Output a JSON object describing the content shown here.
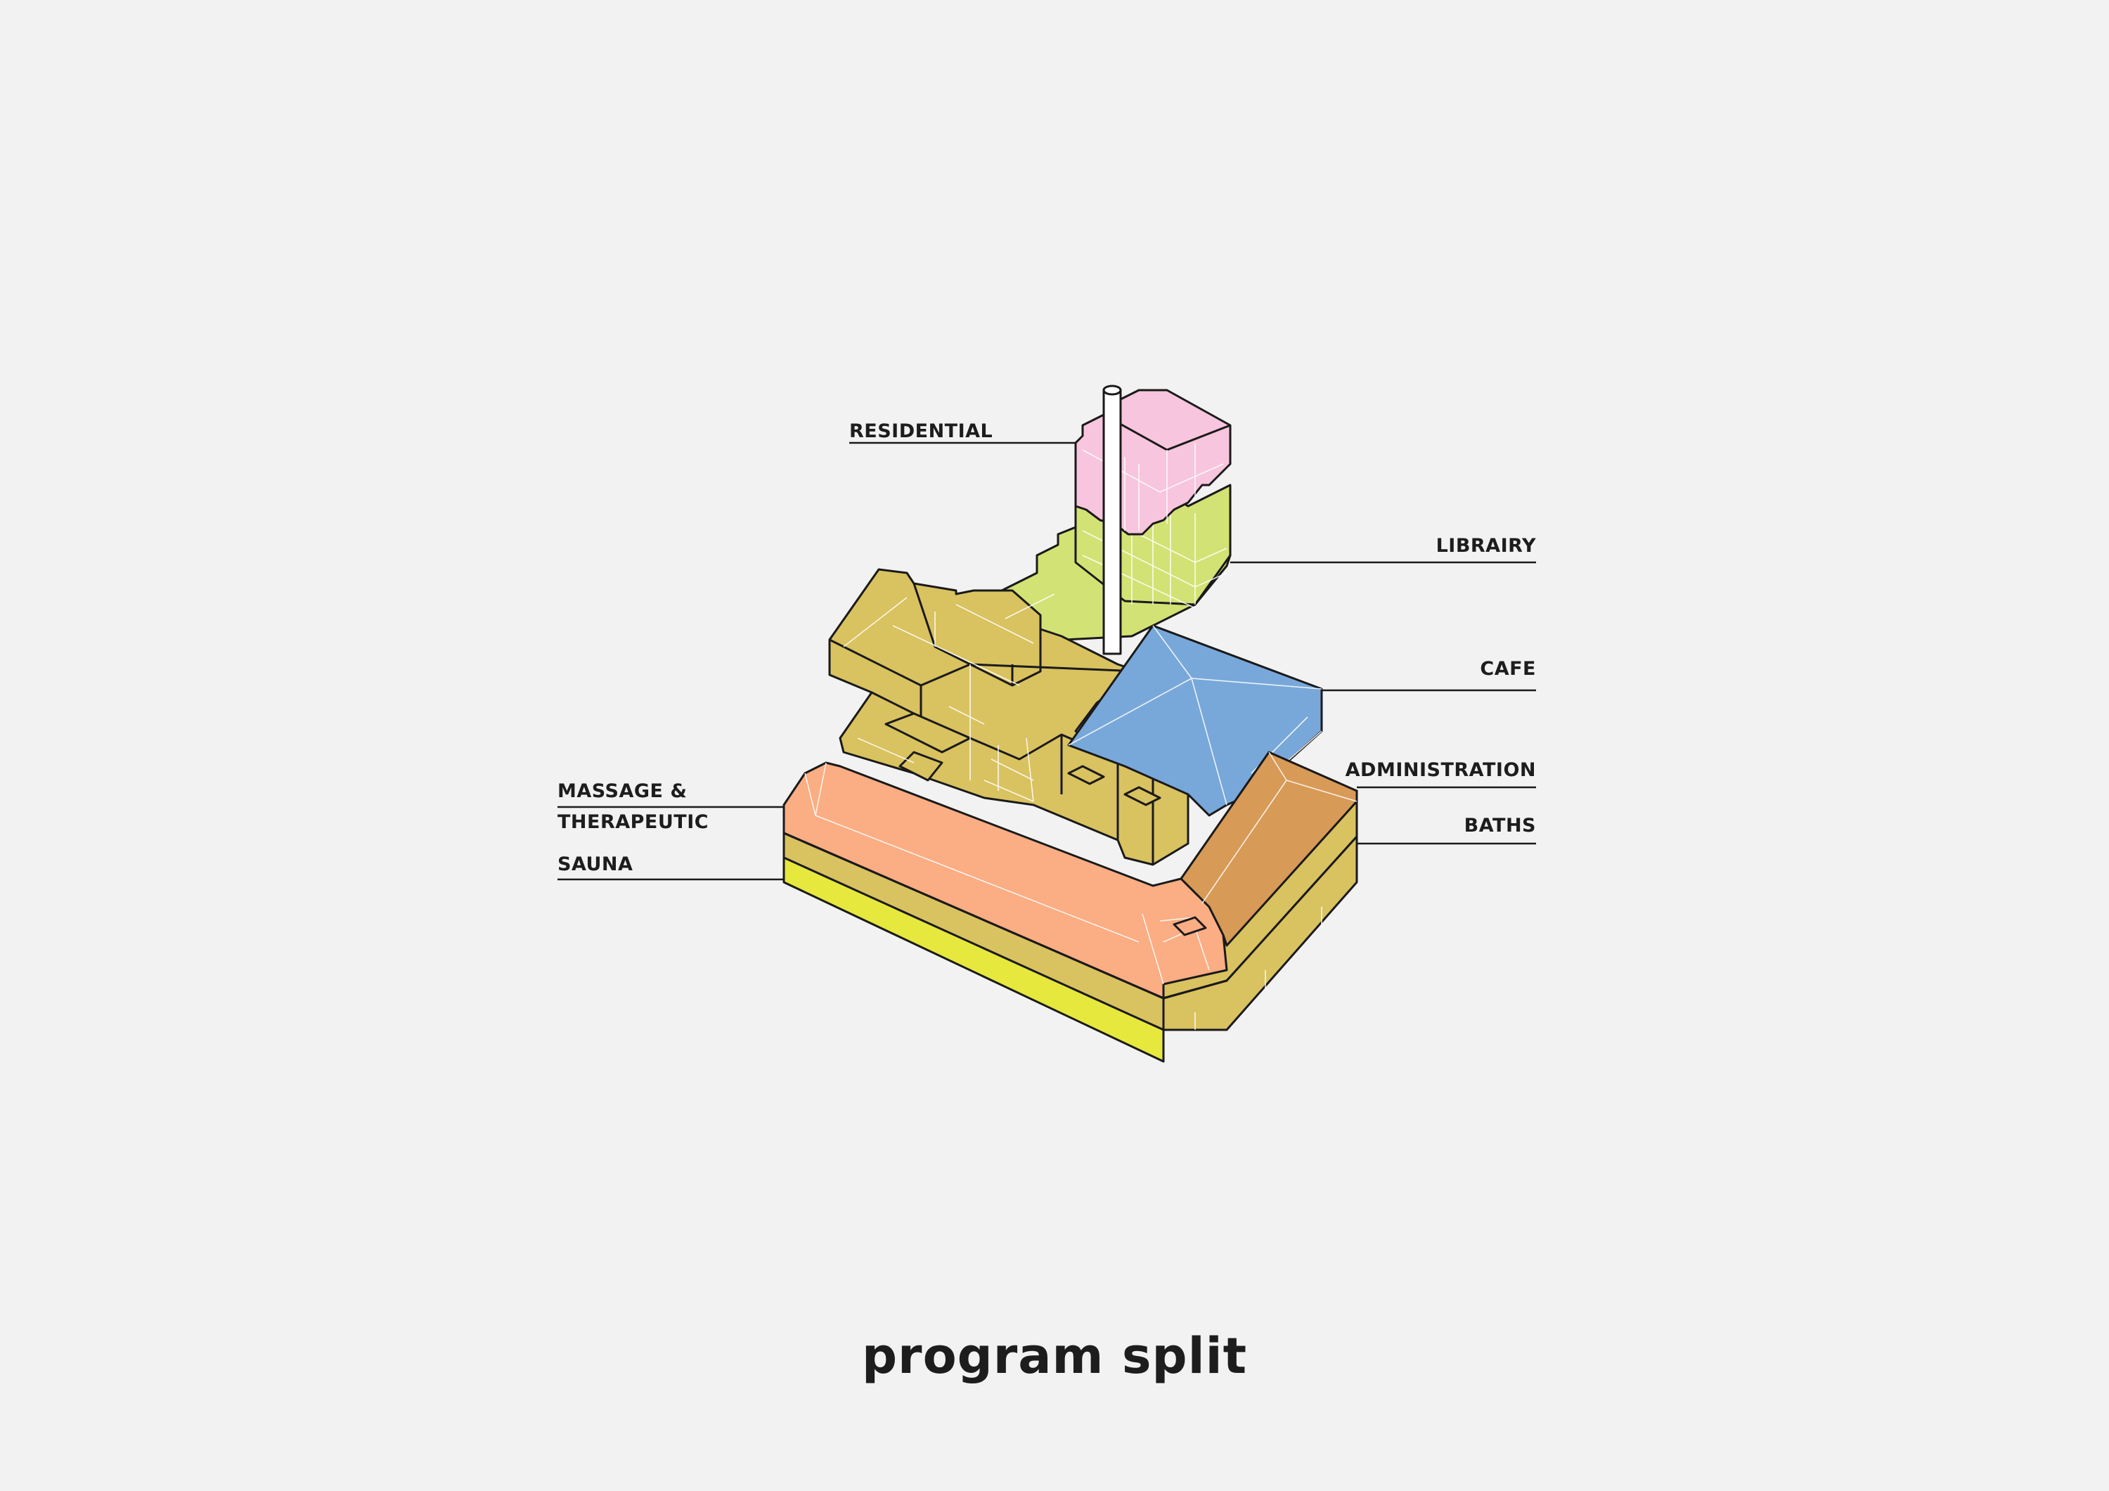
{
  "labels": {
    "residential": "RESIDENTIAL",
    "library": "LIBRAIRY",
    "cafe": "CAFE",
    "administration": "ADMINISTRATION",
    "baths": "BATHS",
    "massage_line1": "MASSAGE &",
    "massage_line2": "THERAPEUTIC",
    "sauna": "SAUNA"
  },
  "caption": "program split",
  "colors": {
    "background": "#f2f2f2",
    "residential": "#f7c5dd",
    "library": "#d3e274",
    "cafe": "#78a8da",
    "administration": "#d89a57",
    "baths": "#d9c260",
    "massage_therapeutic": "#fbad83",
    "sauna": "#e6e83e",
    "chimney": "#ffffff"
  }
}
